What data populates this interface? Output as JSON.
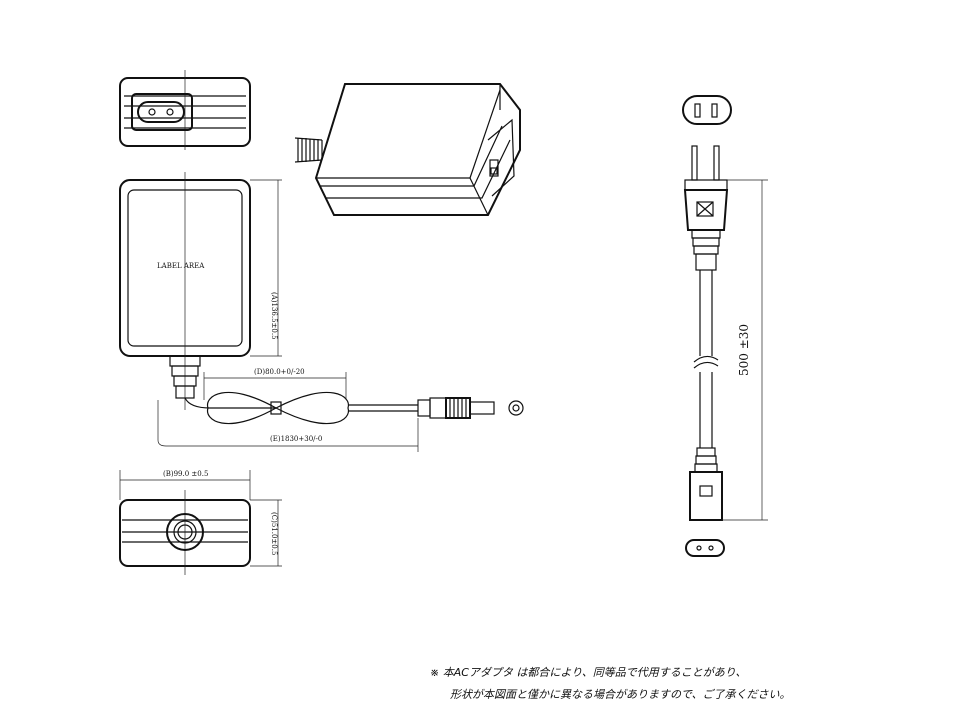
{
  "labels": {
    "label_area": "LABEL AREA",
    "dim_a": "(A)136.5±0.5",
    "dim_b": "(B)99.0 ±0.5",
    "dim_c": "(C)51.0±0.5",
    "dim_d": "(D)80.0+0/-20",
    "dim_e": "(E)1830+30/-0",
    "dim_cord": "500 ±30"
  },
  "note": {
    "line1": "※ 本ACアダプタ は都合により、同等品で代用することがあり、",
    "line2": "形状が本図面と僅かに異なる場合がありますので、ご了承ください。"
  },
  "colors": {
    "line": "#111111",
    "background": "#ffffff"
  }
}
